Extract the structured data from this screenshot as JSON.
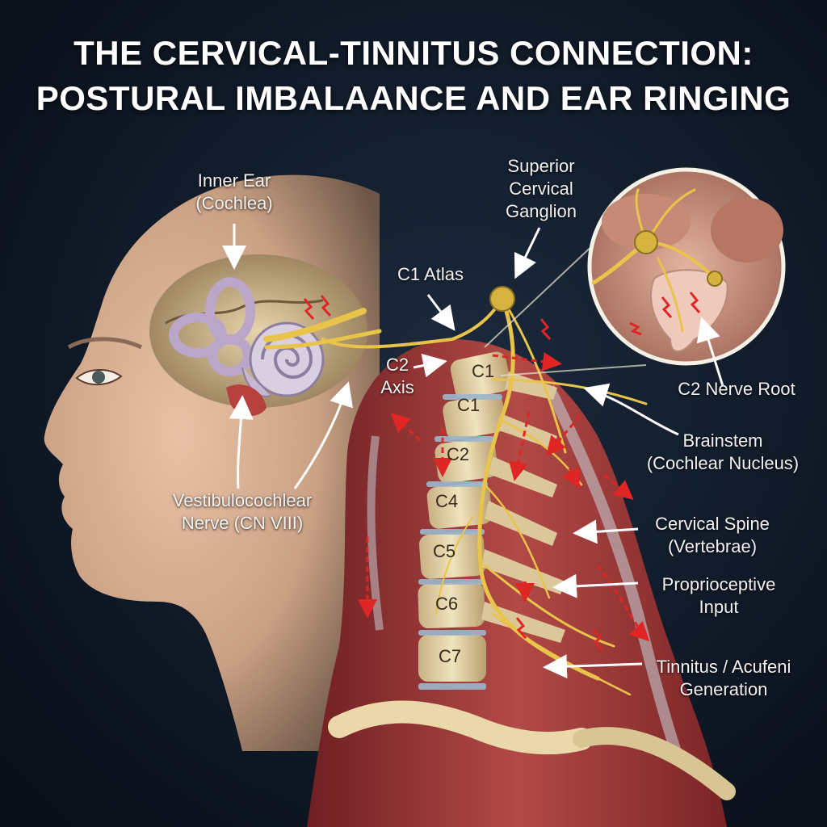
{
  "title": {
    "line1": "THE CERVICAL-TINNITUS CONNECTION:",
    "line2": "POSTURAL IMBALAANCE AND EAR RINGING"
  },
  "labels": {
    "inner_ear": [
      "Inner Ear",
      "(Cochlea)"
    ],
    "superior_ganglion": [
      "Superior",
      "Cervical",
      "Ganglion"
    ],
    "c1_atlas": "C1 Atlas",
    "c2_axis": [
      "C2",
      "Axis"
    ],
    "c2_nerve_root": "C2 Nerve Root",
    "brainstem": [
      "Brainstem",
      "(Cochlear Nucleus)"
    ],
    "vestibulocochlear": [
      "Vestibulocochlear",
      "Nerve (CN VIII)"
    ],
    "cervical_spine": [
      "Cervical Spine",
      "(Vertebrae)"
    ],
    "proprioceptive": [
      "Proprioceptive",
      "Input"
    ],
    "tinnitus": [
      "Tinnitus / Acufeni",
      "Generation"
    ]
  },
  "vertebrae": [
    "C1",
    "C1",
    "C2",
    "C4",
    "C5",
    "C6",
    "C7"
  ],
  "colors": {
    "background": "#0d1421",
    "nerve": "#e8c44a",
    "muscle": "#a8393a",
    "bone": "#e6d3a8",
    "signal": "#e02525"
  }
}
